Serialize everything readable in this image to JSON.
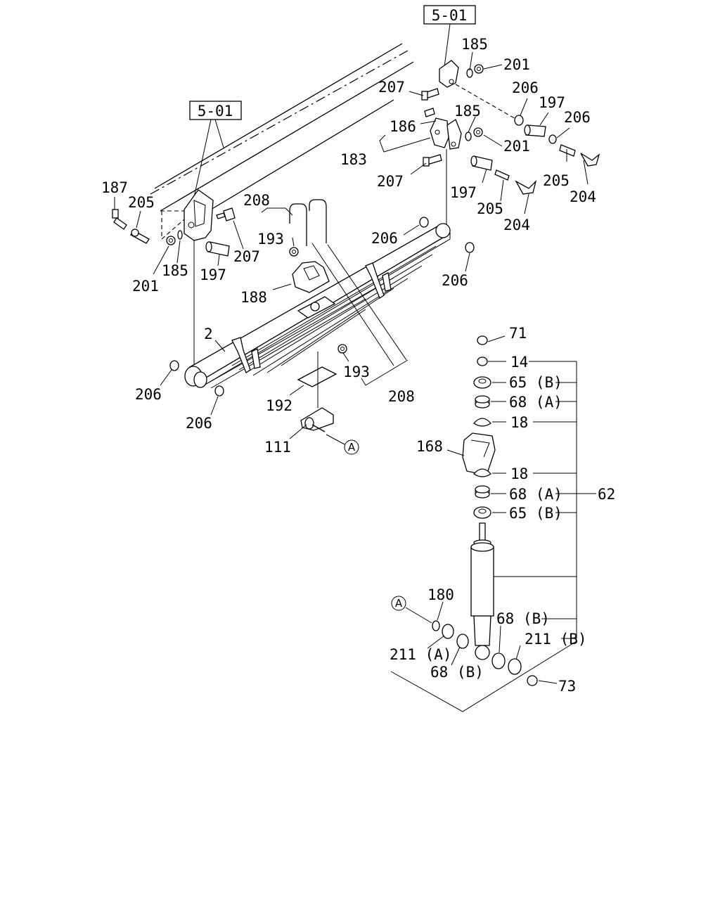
{
  "refs": {
    "ref_right": "5-01",
    "ref_left": "5-01"
  },
  "circled": {
    "a1": "A",
    "a2": "A"
  },
  "labels": {
    "l185a": "185",
    "l201a": "201",
    "l207a": "207",
    "l206a": "206",
    "l197a": "197",
    "l206b": "206",
    "l186": "186",
    "l185b": "185",
    "l201b": "201",
    "l183": "183",
    "l207b": "207",
    "l197b": "197",
    "l205a": "205",
    "l205b": "205",
    "l204a": "204",
    "l204b": "204",
    "l187": "187",
    "l205c": "205",
    "l208a": "208",
    "l193a": "193",
    "l207c": "207",
    "l201c": "201",
    "l185c": "185",
    "l197c": "197",
    "l188": "188",
    "l206c": "206",
    "l206d": "206",
    "l2": "2",
    "l206e": "206",
    "l206f": "206",
    "l193b": "193",
    "l192": "192",
    "l208b": "208",
    "l111": "111",
    "l71": "71",
    "l14": "14",
    "l65b1": "65 (B)",
    "l68a1": "68 (A)",
    "l18a": "18",
    "l168": "168",
    "l18b": "18",
    "l68a2": "68 (A)",
    "l62": "62",
    "l65b2": "65 (B)",
    "l180": "180",
    "l68b1": "68 (B)",
    "l211b": "211 (B)",
    "l211a": "211 (A)",
    "l68b2": "68 (B)",
    "l73": "73"
  }
}
